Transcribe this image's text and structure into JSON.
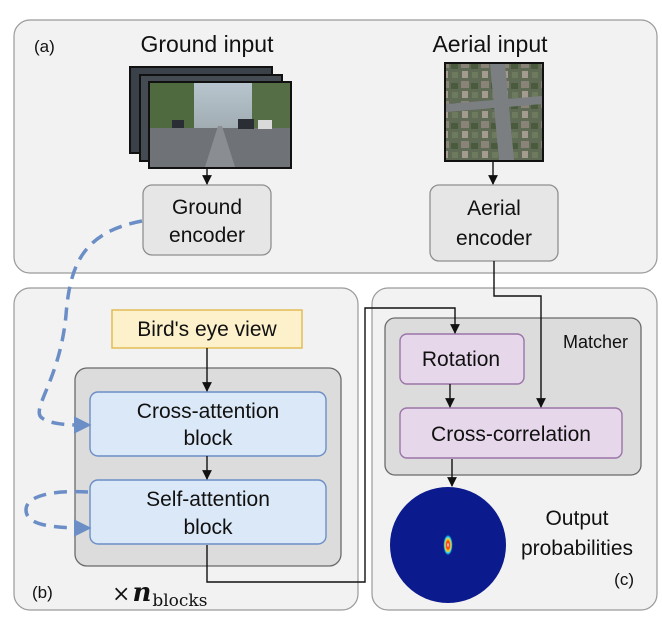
{
  "panels": {
    "a_label": "(a)",
    "b_label": "(b)",
    "c_label": "(c)"
  },
  "inputs": {
    "ground_title": "Ground input",
    "aerial_title": "Aerial input"
  },
  "encoders": {
    "ground_line1": "Ground",
    "ground_line2": "encoder",
    "aerial_line1": "Aerial",
    "aerial_line2": "encoder"
  },
  "bev": {
    "label": "Bird's eye view"
  },
  "blocks": {
    "cross_line1": "Cross-attention",
    "cross_line2": "block",
    "self_line1": "Self-attention",
    "self_line2": "block",
    "repeat_symbol": "×",
    "repeat_var": "n",
    "repeat_sub": "blocks"
  },
  "matcher": {
    "title": "Matcher",
    "rotation": "Rotation",
    "cross_correlation": "Cross-correlation"
  },
  "output": {
    "line1": "Output",
    "line2": "probabilities"
  },
  "colors": {
    "panel_fill": "#f2f2f2",
    "panel_stroke": "#9a9a9a",
    "encoder_fill": "#e6e6e6",
    "bev_fill": "#fdf1cc",
    "bev_stroke": "#e0b84c",
    "attention_fill": "#dbe8f7",
    "attention_stroke": "#6b8ec6",
    "matcher_box_fill": "#e6d7ea",
    "matcher_box_stroke": "#9b74a8",
    "dashed_arrow": "#6b8ec6",
    "probability_disk": "#0b1a8c"
  }
}
